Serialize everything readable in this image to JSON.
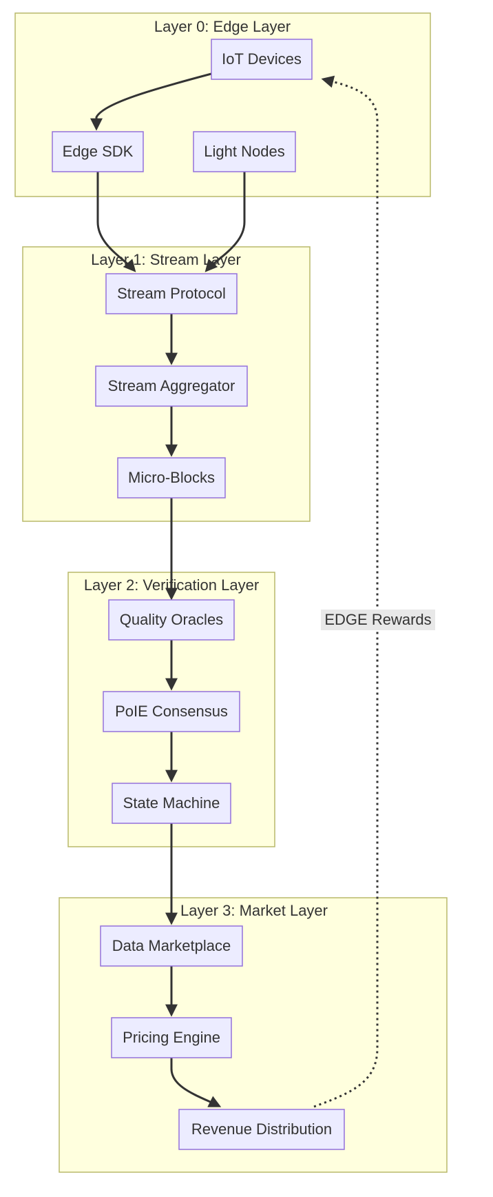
{
  "layers": {
    "edge": "Layer 0: Edge Layer",
    "stream": "Layer 1: Stream Layer",
    "verification": "Layer 2: Verification Layer",
    "market": "Layer 3: Market Layer"
  },
  "nodes": {
    "iot_devices": "IoT Devices",
    "edge_sdk": "Edge SDK",
    "light_nodes": "Light Nodes",
    "stream_protocol": "Stream Protocol",
    "stream_aggregator": "Stream Aggregator",
    "micro_blocks": "Micro-Blocks",
    "quality_oracles": "Quality Oracles",
    "poie_consensus": "PoIE Consensus",
    "state_machine": "State Machine",
    "data_marketplace": "Data Marketplace",
    "pricing_engine": "Pricing Engine",
    "revenue_distribution": "Revenue Distribution"
  },
  "edges": {
    "rewards_label": "EDGE Rewards"
  }
}
